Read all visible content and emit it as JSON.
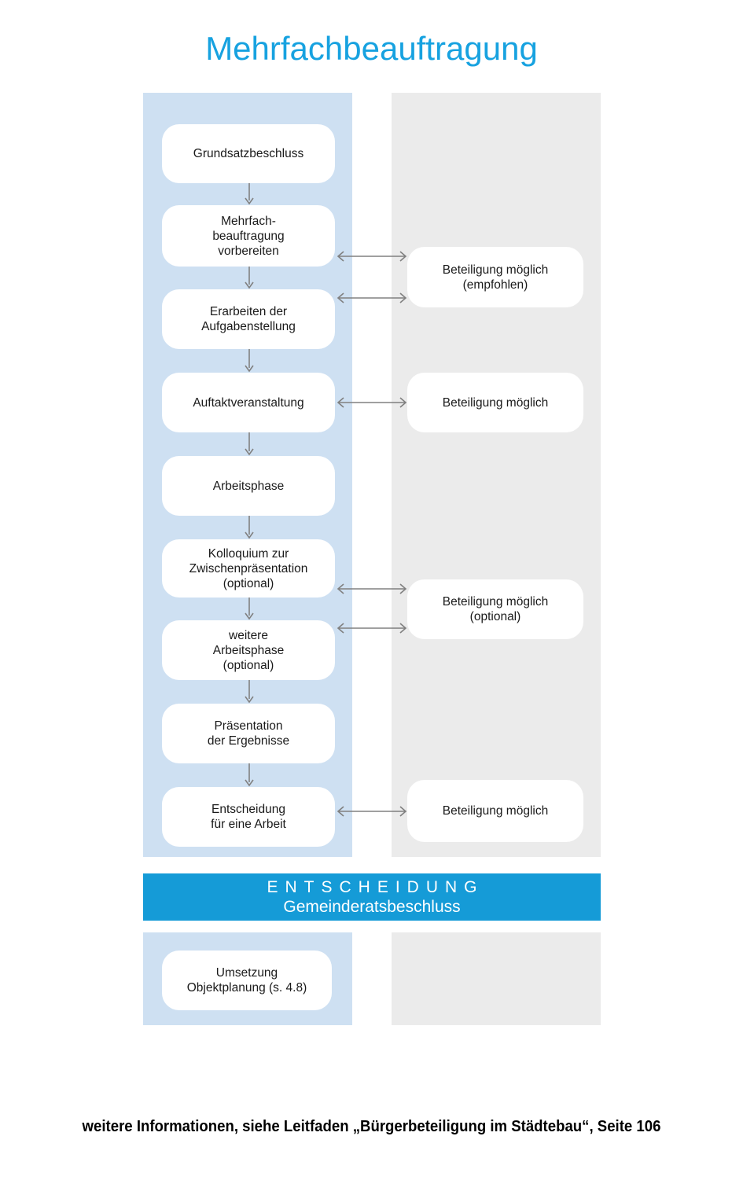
{
  "title": "Mehrfachbeauftragung",
  "colors": {
    "title_blue": "#17a2e0",
    "panel_blue": "#cee0f2",
    "panel_gray": "#ebebeb",
    "banner_blue": "#159bd7",
    "node_white": "#ffffff",
    "arrow_gray": "#808080",
    "text_dark": "#1a1a1a"
  },
  "process": {
    "steps": [
      {
        "id": "grundsatzbeschluss",
        "label": "Grundsatzbeschluss"
      },
      {
        "id": "mehrfachbeauftragung-vorbereiten",
        "label": "Mehrfach-\nbeauftragung\nvorbereiten"
      },
      {
        "id": "erarbeiten-aufgabenstellung",
        "label": "Erarbeiten der\nAufgabenstellung"
      },
      {
        "id": "auftaktveranstaltung",
        "label": "Auftaktveranstaltung"
      },
      {
        "id": "arbeitsphase",
        "label": "Arbeitsphase"
      },
      {
        "id": "kolloquium-zwischenpraesentation",
        "label": "Kolloquium zur\nZwischenpräsentation\n(optional)"
      },
      {
        "id": "weitere-arbeitsphase",
        "label": "weitere\nArbeitsphase\n(optional)"
      },
      {
        "id": "praesentation-ergebnisse",
        "label": "Präsentation\nder Ergebnisse"
      },
      {
        "id": "entscheidung-fuer-arbeit",
        "label": "Entscheidung\nfür eine Arbeit"
      }
    ]
  },
  "participation": {
    "items": [
      {
        "id": "beteiligung-empfohlen",
        "label": "Beteiligung möglich\n(empfohlen)"
      },
      {
        "id": "beteiligung-auftakt",
        "label": "Beteiligung möglich"
      },
      {
        "id": "beteiligung-optional",
        "label": "Beteiligung möglich\n(optional)"
      },
      {
        "id": "beteiligung-entscheidung",
        "label": "Beteiligung möglich"
      }
    ]
  },
  "decision_banner": {
    "headline": "ENTSCHEIDUNG",
    "subline": "Gemeinderatsbeschluss"
  },
  "implementation": {
    "label": "Umsetzung\nObjektplanung (s. 4.8)"
  },
  "footer": {
    "note": "weitere Informationen, siehe Leitfaden „Bürgerbeteiligung im Städtebau“, Seite 106"
  }
}
